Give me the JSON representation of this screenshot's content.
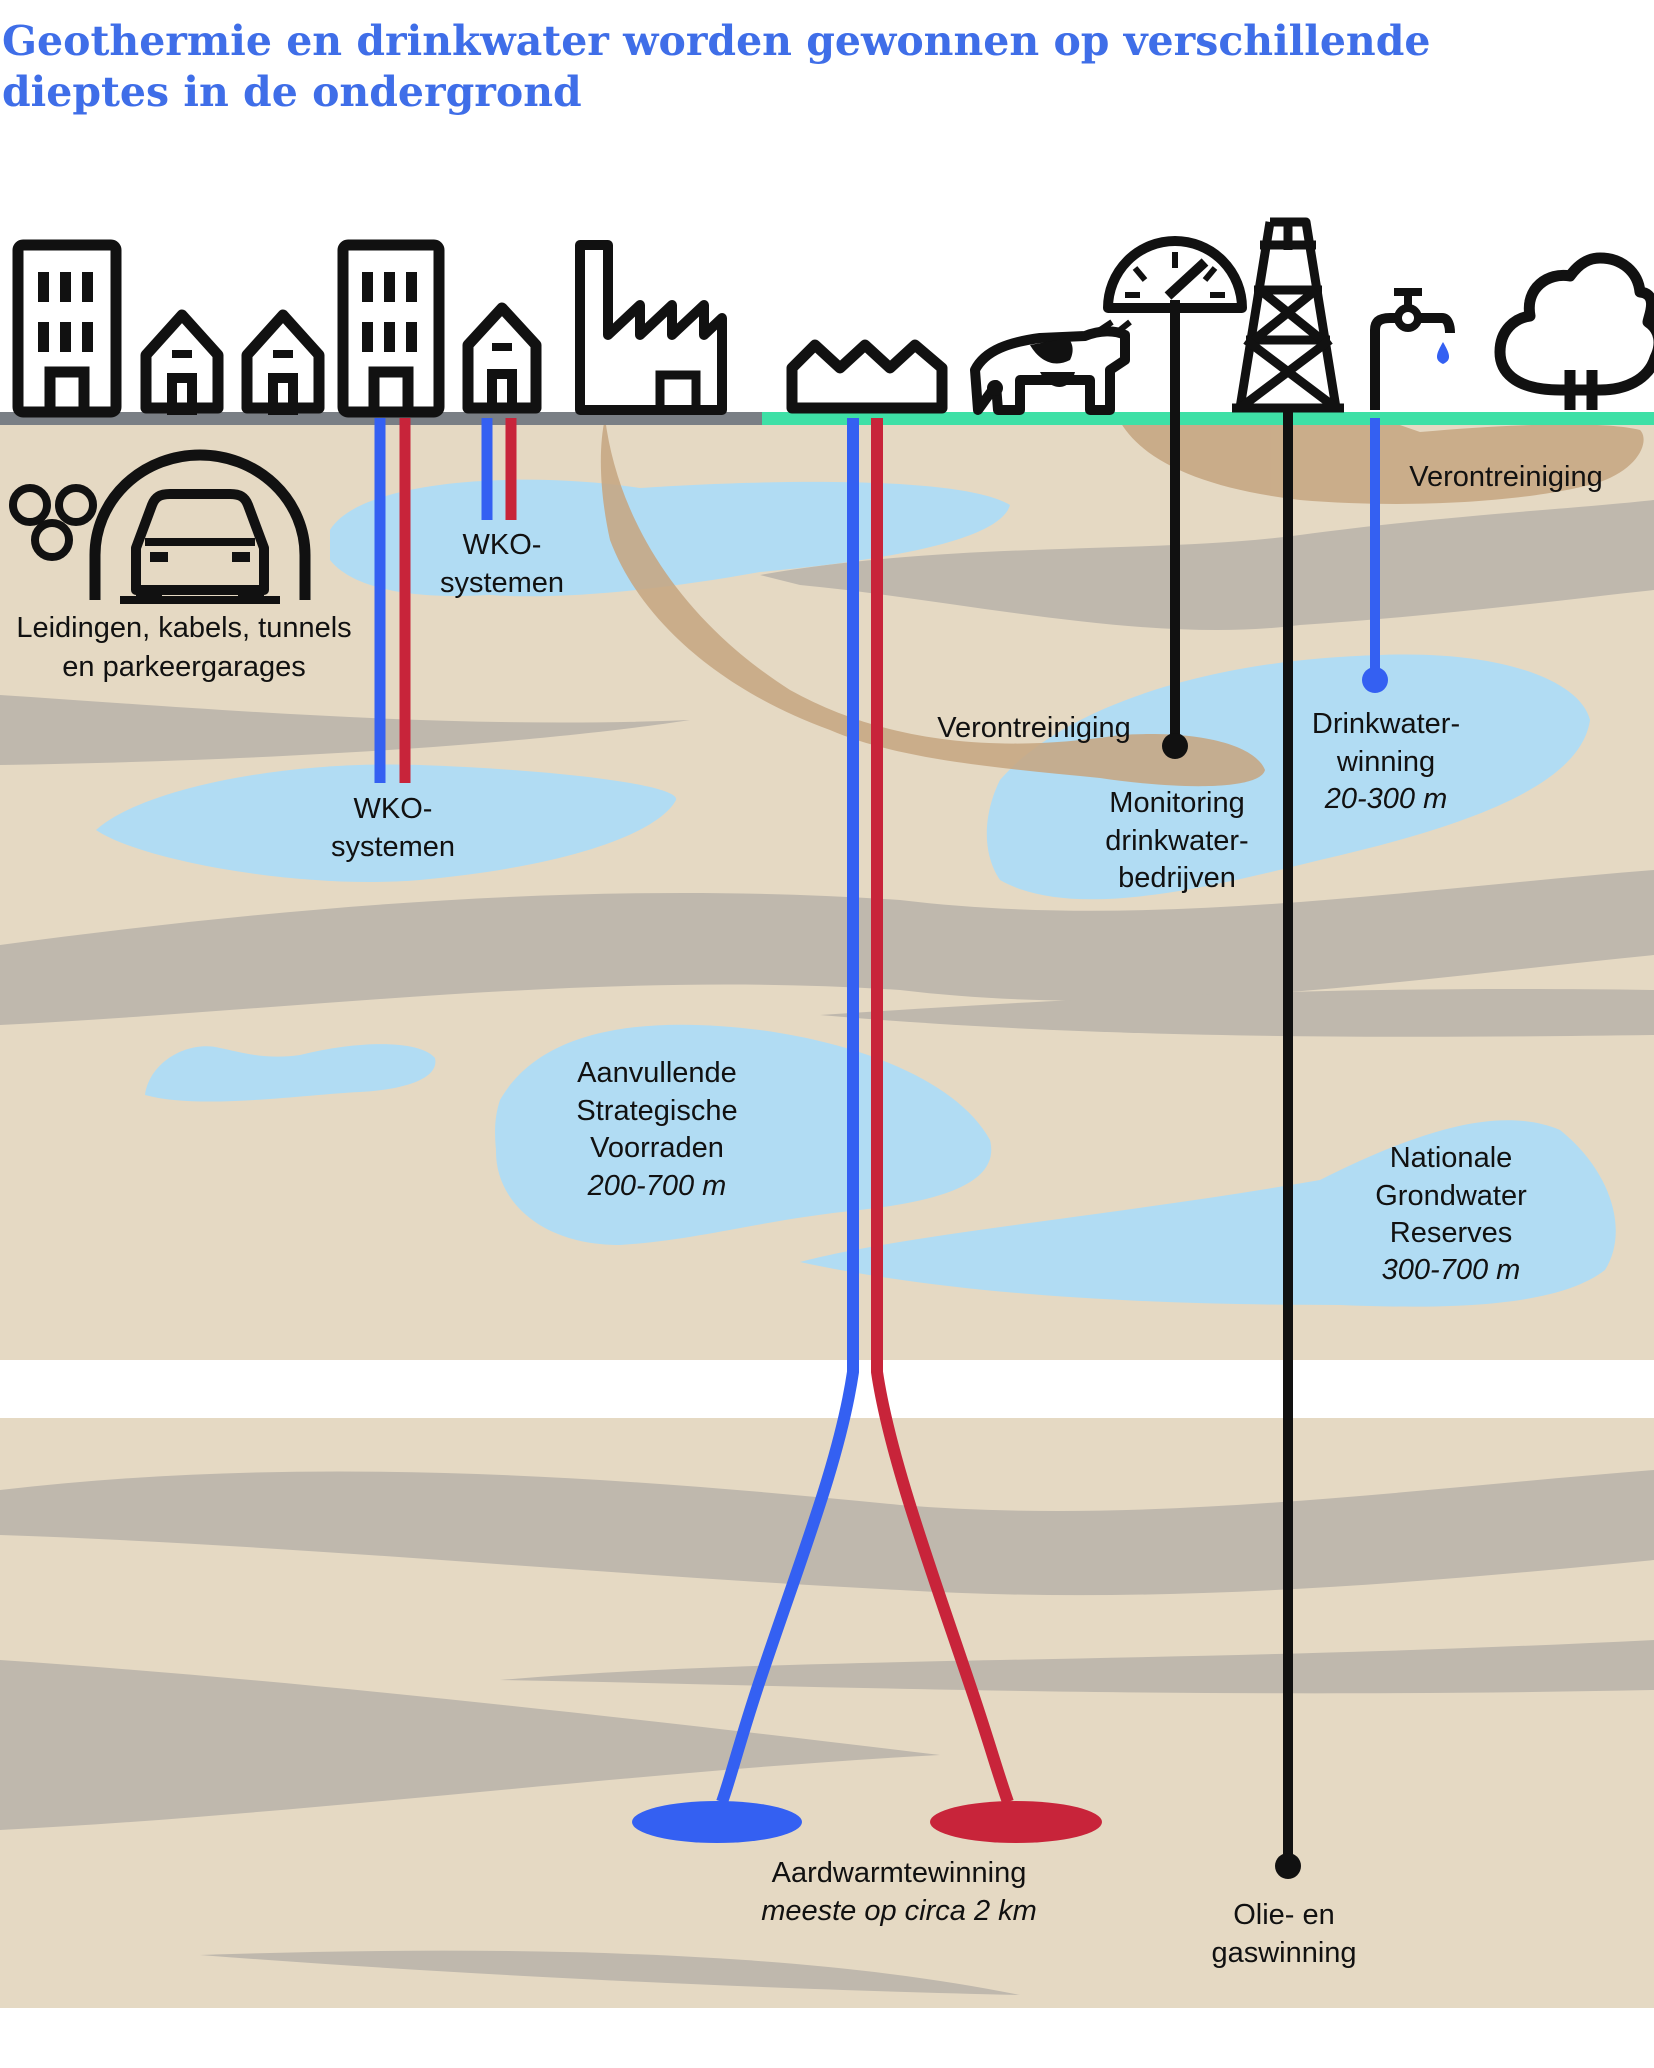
{
  "title": "Geothermie en drinkwater worden gewonnen op verschillende dieptes in de ondergrond",
  "colors": {
    "title": "#3f6ee8",
    "soil": "#e5d9c3",
    "clay_band": "#bfb8ad",
    "aquifer": "#b1dcf3",
    "contamination": "#c6a682",
    "urban_surface": "#7a7f85",
    "rural_surface": "#3ee0a6",
    "cold_pipe": "#3460f2",
    "warm_pipe": "#c8243a",
    "well": "#111111"
  },
  "icons": {
    "left": [
      "office-building-icon",
      "house-icon",
      "house-icon",
      "office-building-icon",
      "house-icon",
      "factory-icon"
    ],
    "right": [
      "greenhouse-icon",
      "cow-icon",
      "monitoring-gauge-icon",
      "oil-derrick-icon",
      "water-tap-icon",
      "tree-icon"
    ],
    "underground": [
      "cables-icon",
      "car-tunnel-icon"
    ]
  },
  "labels": {
    "infrastructure": [
      "Leidingen, kabels, tunnels",
      "en parkeergarages"
    ],
    "wko_shallow": [
      "WKO-",
      "systemen"
    ],
    "wko_deep": [
      "WKO-",
      "systemen"
    ],
    "contamination_right": "Verontreiniging",
    "contamination_mid": "Verontreiniging",
    "drinking_water": [
      "Drinkwater-",
      "winning"
    ],
    "drinking_water_depth": "20-300 m",
    "monitoring": [
      "Monitoring",
      "drinkwater-",
      "bedrijven"
    ],
    "strategic": [
      "Aanvullende",
      "Strategische",
      "Voorraden"
    ],
    "strategic_depth": "200-700 m",
    "national": [
      "Nationale",
      "Grondwater",
      "Reserves"
    ],
    "national_depth": "300-700 m",
    "geothermal": "Aardwarmtewinning",
    "geothermal_depth": "meeste op circa 2 km",
    "oil_gas": [
      "Olie- en",
      "gaswinning"
    ]
  }
}
